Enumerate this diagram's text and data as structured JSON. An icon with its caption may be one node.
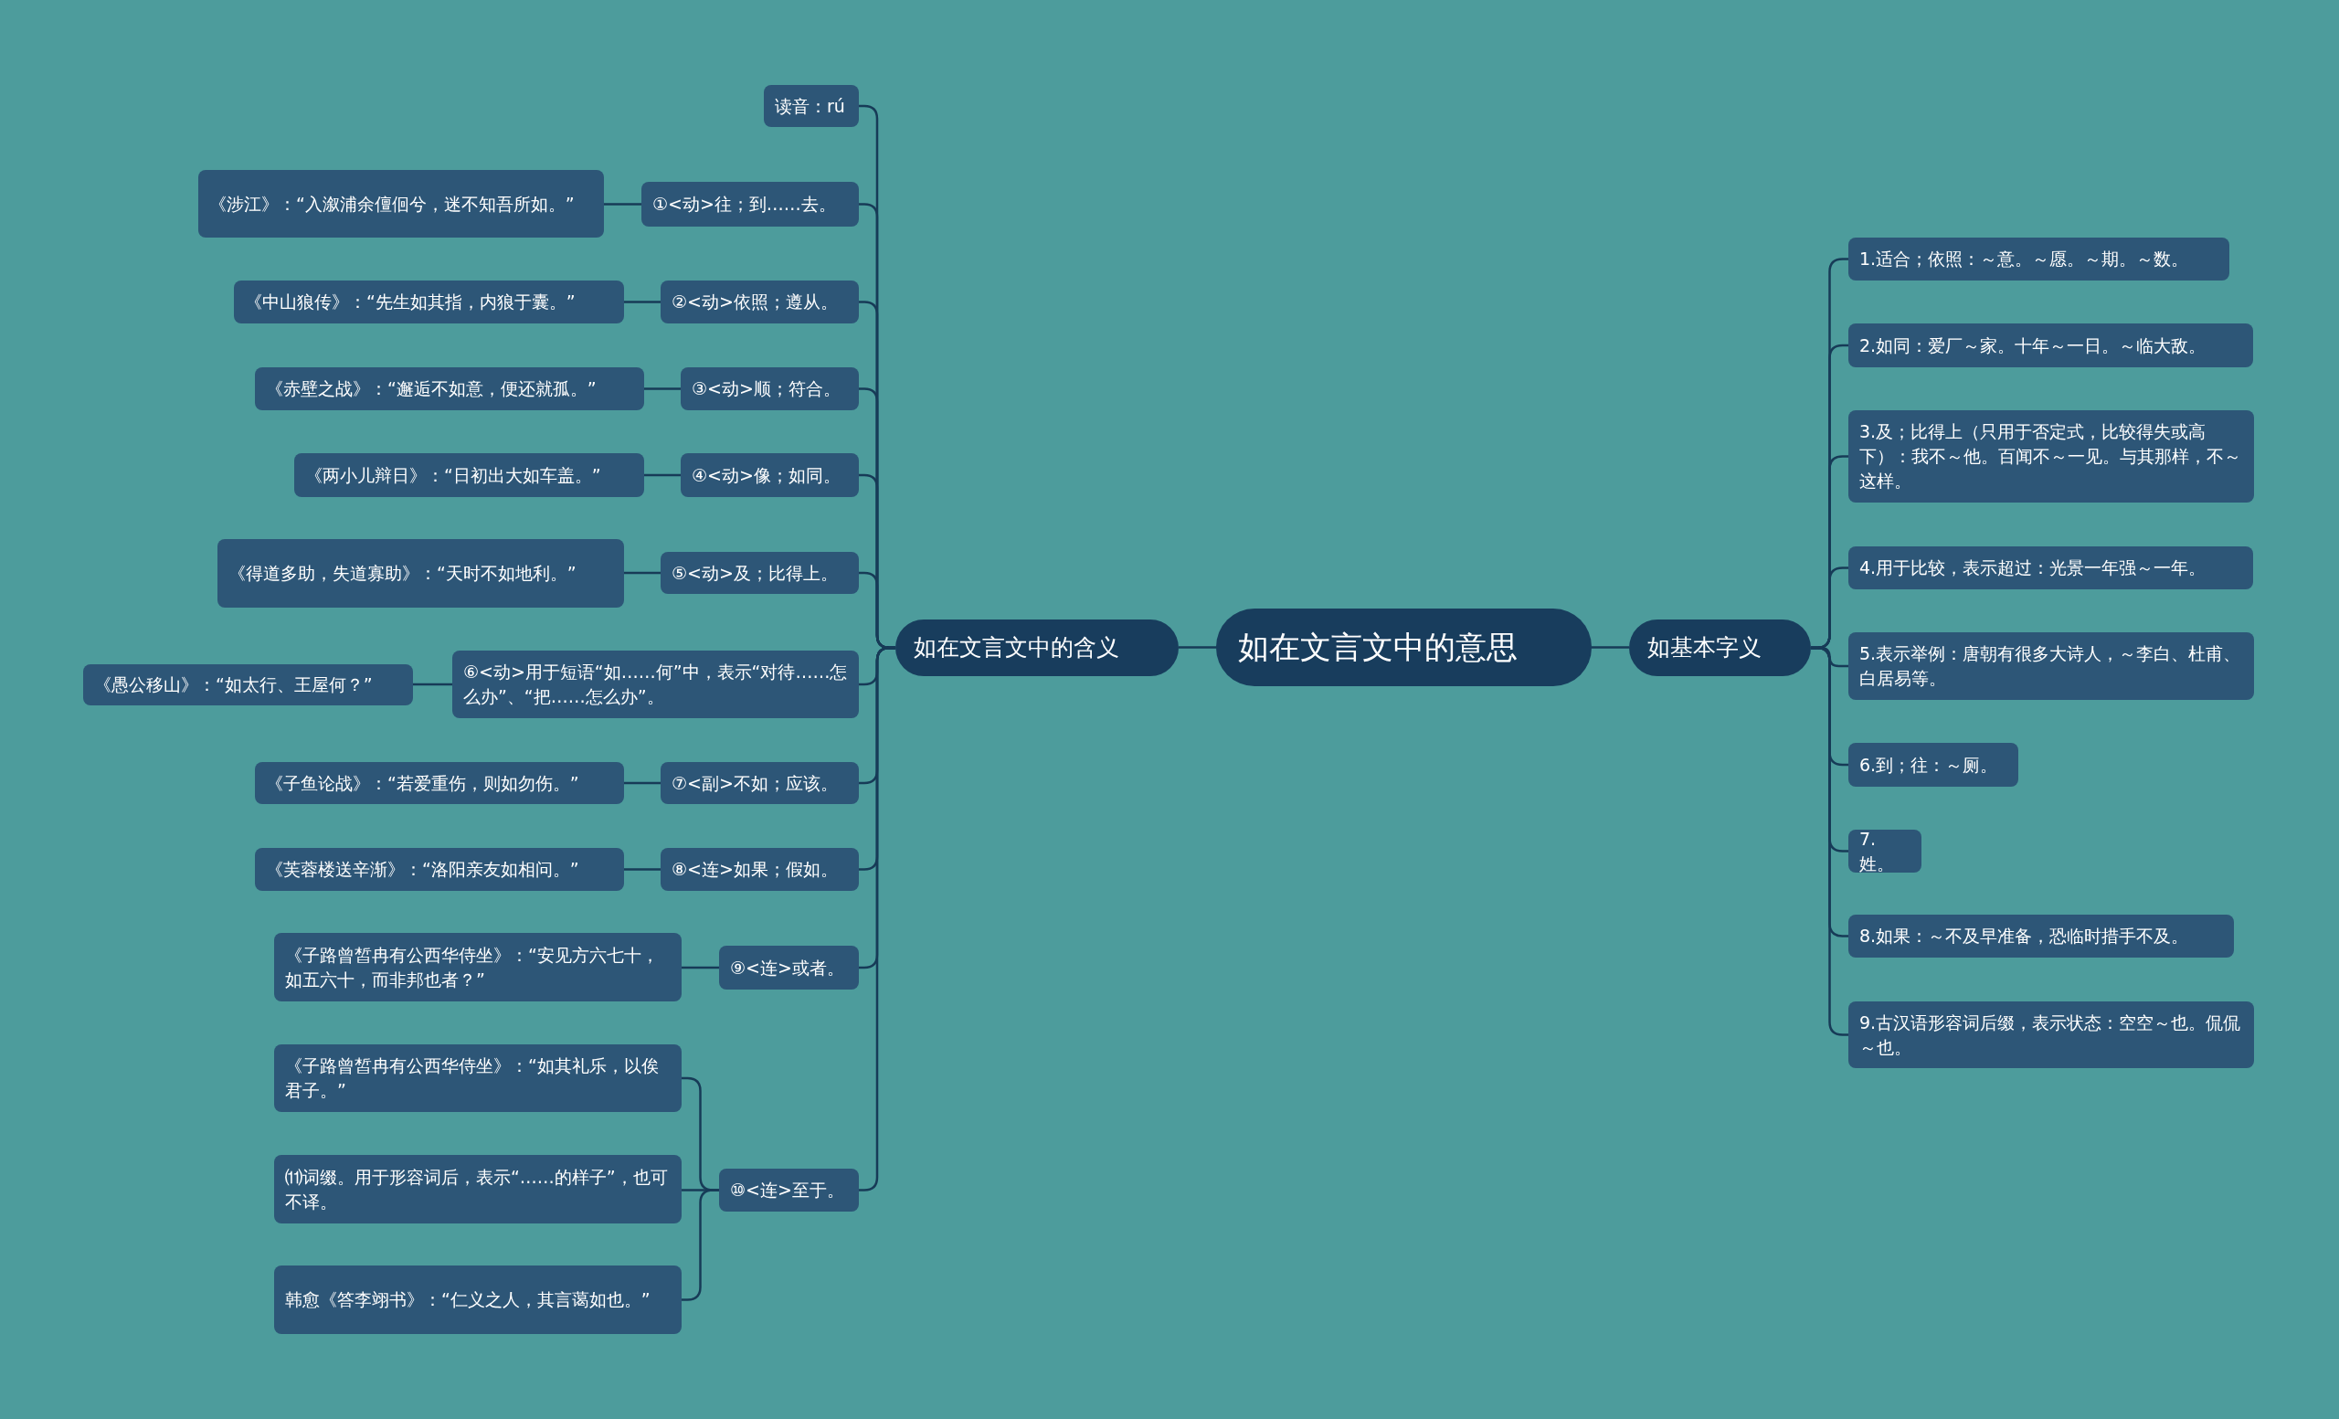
{
  "diagram": {
    "nodes": [
      {
        "text": [
          "如在文言文中的意思"
        ]
      },
      {
        "text": [
          "如在文言文中的含义"
        ]
      },
      {
        "text": [
          "如基本字义"
        ]
      },
      {
        "text": [
          "读音：rú"
        ]
      },
      {
        "text": [
          "①<动>往；到……去。"
        ]
      },
      {
        "text": [
          "《涉江》：“入溆浦余儃佪兮，迷不知吾所如。”"
        ]
      },
      {
        "text": [
          "②<动>依照；遵从。"
        ]
      },
      {
        "text": [
          "《中山狼传》：“先生如其指，内狼于囊。”"
        ]
      },
      {
        "text": [
          "③<动>顺；符合。"
        ]
      },
      {
        "text": [
          "《赤壁之战》：“邂逅不如意，便还就孤。”"
        ]
      },
      {
        "text": [
          "④<动>像；如同。"
        ]
      },
      {
        "text": [
          "《两小儿辩日》：“日初出大如车盖。”"
        ]
      },
      {
        "text": [
          "⑤<动>及；比得上。"
        ]
      },
      {
        "text": [
          "《得道多助，失道寡助》：“天时不如地利。”"
        ]
      },
      {
        "text": [
          "⑥<动>用于短语“如……何”中，表示“对待……怎么办”、“把……怎么办”。"
        ]
      },
      {
        "text": [
          "《愚公移山》：“如太行、王屋何？”"
        ]
      },
      {
        "text": [
          "⑦<副>不如；应该。"
        ]
      },
      {
        "text": [
          "《子鱼论战》：“若爱重伤，则如勿伤。”"
        ]
      },
      {
        "text": [
          "⑧<连>如果；假如。"
        ]
      },
      {
        "text": [
          "《芙蓉楼送辛渐》：“洛阳亲友如相问。”"
        ]
      },
      {
        "text": [
          "⑨<连>或者。"
        ]
      },
      {
        "text": [
          "《子路曾皙冉有公西华侍坐》：“安见方六七十，如五六十，而非邦也者？”"
        ]
      },
      {
        "text": [
          "⑩<连>至于。"
        ]
      },
      {
        "text": [
          "《子路曾皙冉有公西华侍坐》：“如其礼乐，以俟君子。”"
        ]
      },
      {
        "text": [
          "⑾词缀。用于形容词后，表示“……的样子”，也可不译。"
        ]
      },
      {
        "text": [
          "韩愈《答李翊书》：“仁义之人，其言蔼如也。”"
        ]
      },
      {
        "text": [
          "1.适合；依照：～意。～愿。～期。～数。"
        ]
      },
      {
        "text": [
          "2.如同：爱厂～家。十年～一日。～临大敌。"
        ]
      },
      {
        "text": [
          "3.及；比得上（只用于否定式，比较得失或高下）：我不～他。百闻不～一见。与其那样，不～这样。"
        ]
      },
      {
        "text": [
          "4.用于比较，表示超过：光景一年强～一年。"
        ]
      },
      {
        "text": [
          "5.表示举例：唐朝有很多大诗人，～李白、杜甫、白居易等。"
        ]
      },
      {
        "text": [
          "6.到；往：～厕。"
        ]
      },
      {
        "text": [
          "7.姓。"
        ]
      },
      {
        "text": [
          "8.如果：～不及早准备，恐临时措手不及。"
        ]
      },
      {
        "text": [
          "9.古汉语形容词后缀，表示状态：空空～也。侃侃～也。"
        ]
      }
    ],
    "edges": [
      {
        "from": 0,
        "to": 1,
        "arrow": "none"
      },
      {
        "from": 0,
        "to": 2,
        "arrow": "none"
      },
      {
        "from": 1,
        "to": 3,
        "arrow": "none"
      },
      {
        "from": 1,
        "to": 4,
        "arrow": "none"
      },
      {
        "from": 4,
        "to": 5,
        "arrow": "none"
      },
      {
        "from": 1,
        "to": 6,
        "arrow": "none"
      },
      {
        "from": 6,
        "to": 7,
        "arrow": "none"
      },
      {
        "from": 1,
        "to": 8,
        "arrow": "none"
      },
      {
        "from": 8,
        "to": 9,
        "arrow": "none"
      },
      {
        "from": 1,
        "to": 10,
        "arrow": "none"
      },
      {
        "from": 10,
        "to": 11,
        "arrow": "none"
      },
      {
        "from": 1,
        "to": 12,
        "arrow": "none"
      },
      {
        "from": 12,
        "to": 13,
        "arrow": "none"
      },
      {
        "from": 1,
        "to": 14,
        "arrow": "none"
      },
      {
        "from": 14,
        "to": 15,
        "arrow": "none"
      },
      {
        "from": 1,
        "to": 16,
        "arrow": "none"
      },
      {
        "from": 16,
        "to": 17,
        "arrow": "none"
      },
      {
        "from": 1,
        "to": 18,
        "arrow": "none"
      },
      {
        "from": 18,
        "to": 19,
        "arrow": "none"
      },
      {
        "from": 1,
        "to": 20,
        "arrow": "none"
      },
      {
        "from": 20,
        "to": 21,
        "arrow": "none"
      },
      {
        "from": 1,
        "to": 22,
        "arrow": "none"
      },
      {
        "from": 22,
        "to": 23,
        "arrow": "none"
      },
      {
        "from": 22,
        "to": 24,
        "arrow": "none"
      },
      {
        "from": 22,
        "to": 25,
        "arrow": "none"
      },
      {
        "from": 2,
        "to": 26,
        "arrow": "none"
      },
      {
        "from": 2,
        "to": 27,
        "arrow": "none"
      },
      {
        "from": 2,
        "to": 28,
        "arrow": "none"
      },
      {
        "from": 2,
        "to": 29,
        "arrow": "none"
      },
      {
        "from": 2,
        "to": 30,
        "arrow": "none"
      },
      {
        "from": 2,
        "to": 31,
        "arrow": "none"
      },
      {
        "from": 2,
        "to": 32,
        "arrow": "none"
      },
      {
        "from": 2,
        "to": 33,
        "arrow": "none"
      },
      {
        "from": 2,
        "to": 34,
        "arrow": "none"
      }
    ]
  }
}
